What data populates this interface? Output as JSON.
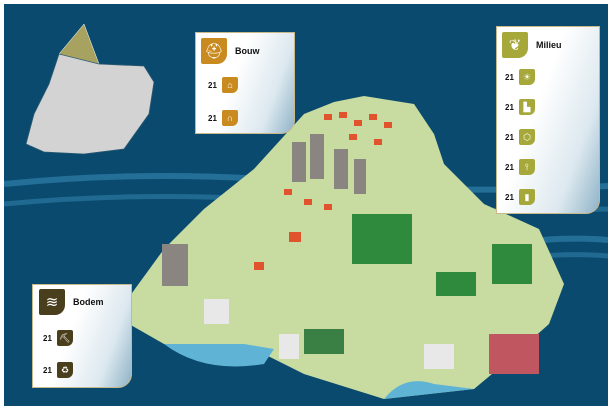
{
  "colors": {
    "background": "#0b4a6f",
    "land": "#c8dba0",
    "bouw": "#c98a1f",
    "milieu": "#a6a83a",
    "bodem": "#4a3f1c",
    "region_highlight": "#a8a260",
    "region": "#d3d3d3"
  },
  "bouw": {
    "title": "Bouw",
    "icon": "construction-worker-icon",
    "items": [
      {
        "count": "21",
        "icon": "house-icon"
      },
      {
        "count": "21",
        "icon": "tunnel-icon"
      }
    ]
  },
  "milieu": {
    "title": "Milieu",
    "icon": "leaf-icon",
    "items": [
      {
        "count": "21",
        "icon": "lightbulb-icon"
      },
      {
        "count": "21",
        "icon": "factory-icon"
      },
      {
        "count": "21",
        "icon": "greenhouse-icon"
      },
      {
        "count": "21",
        "icon": "wind-turbine-icon"
      },
      {
        "count": "21",
        "icon": "chart-icon"
      }
    ]
  },
  "bodem": {
    "title": "Bodem",
    "icon": "soil-layers-icon",
    "items": [
      {
        "count": "21",
        "icon": "digging-icon"
      },
      {
        "count": "21",
        "icon": "recycle-icon"
      }
    ]
  }
}
